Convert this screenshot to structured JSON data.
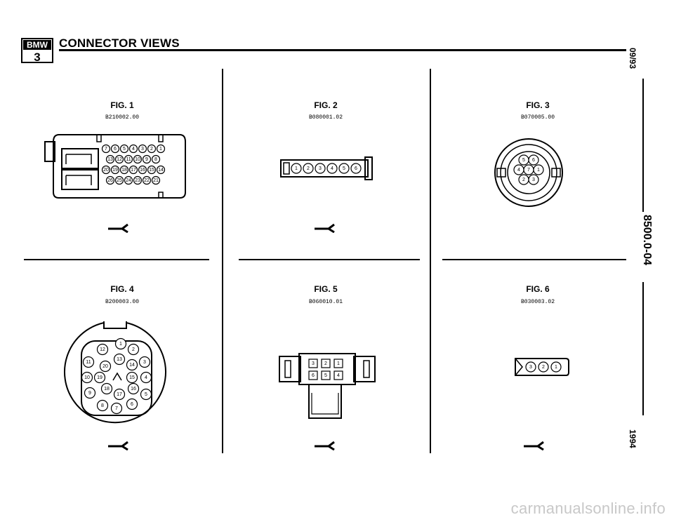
{
  "header": {
    "title": "CONNECTOR VIEWS",
    "logo_text": "BMW",
    "logo_series": "3"
  },
  "side": {
    "date": "09/93",
    "code": "8500.0-04",
    "year": "1994"
  },
  "figures": [
    {
      "label": "FIG. 1",
      "code": "B210002.00"
    },
    {
      "label": "FIG. 2",
      "code": "B080001.02"
    },
    {
      "label": "FIG. 3",
      "code": "B070005.00"
    },
    {
      "label": "FIG. 4",
      "code": "B200003.00"
    },
    {
      "label": "FIG. 5",
      "code": "B060010.01"
    },
    {
      "label": "FIG. 6",
      "code": "B030003.02"
    }
  ],
  "pins": {
    "fig1_row1": [
      "7",
      "6",
      "5",
      "4",
      "3",
      "2",
      "1"
    ],
    "fig1_row2": [
      "13",
      "12",
      "11",
      "10",
      "9",
      "8"
    ],
    "fig1_row3": [
      "20",
      "19",
      "18",
      "17",
      "16",
      "15",
      "14"
    ],
    "fig1_row4": [
      "26",
      "25",
      "24",
      "23",
      "22",
      "21"
    ],
    "fig2": [
      "1",
      "2",
      "3",
      "4",
      "5",
      "6"
    ],
    "fig3": [
      "5",
      "6",
      "4",
      "7",
      "1",
      "2",
      "3"
    ],
    "fig4": [
      "1",
      "12",
      "2",
      "11",
      "20",
      "13",
      "14",
      "3",
      "10",
      "19",
      "15",
      "4",
      "9",
      "18",
      "17",
      "16",
      "5",
      "8",
      "7",
      "6"
    ],
    "fig5_top": [
      "3",
      "2",
      "1"
    ],
    "fig5_bottom": [
      "6",
      "5",
      "4"
    ],
    "fig6": [
      "3",
      "2",
      "1"
    ]
  },
  "watermark": "carmanualsonline.info",
  "colors": {
    "ink": "#000000",
    "watermark": "#c8c8c8",
    "background": "#ffffff"
  }
}
